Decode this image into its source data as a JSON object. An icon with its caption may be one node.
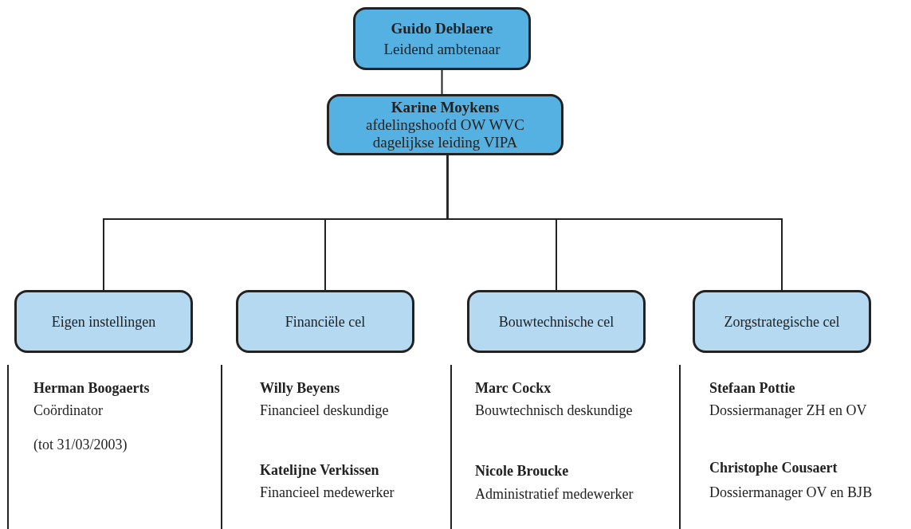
{
  "diagram": {
    "nodes": [
      {
        "text": [
          "Guido Deblaere",
          "Leidend ambtenaar"
        ]
      },
      {
        "text": [
          "Karine Moykens",
          "afdelingshoofd OW WVC",
          "dagelijkse leiding VIPA"
        ]
      },
      {
        "text": [
          "Eigen instellingen"
        ],
        "beside": [
          "Herman Boogaerts",
          "Coördinator",
          "(tot 31/03/2003)"
        ]
      },
      {
        "text": [
          "Financiële cel"
        ],
        "beside": [
          "Willy Beyens",
          "Financieel deskundige",
          "Katelijne Verkissen",
          "Financieel medewerker"
        ]
      },
      {
        "text": [
          "Bouwtechnische cel"
        ],
        "beside": [
          "Marc Cockx",
          "Bouwtechnisch deskundige",
          "Nicole Broucke",
          "Administratief medewerker"
        ]
      },
      {
        "text": [
          "Zorgstrategische cel"
        ],
        "beside": [
          "Stefaan Pottie",
          "Dossiermanager ZH en OV",
          "Christophe Cousaert",
          "Dossiermanager OV en BJB"
        ]
      }
    ],
    "edges": [
      {
        "from": 0,
        "to": 1,
        "arrow": "none"
      },
      {
        "from": 1,
        "to": 2,
        "arrow": "none"
      },
      {
        "from": 1,
        "to": 3,
        "arrow": "none"
      },
      {
        "from": 1,
        "to": 4,
        "arrow": "none"
      },
      {
        "from": 1,
        "to": 5,
        "arrow": "none"
      }
    ]
  }
}
